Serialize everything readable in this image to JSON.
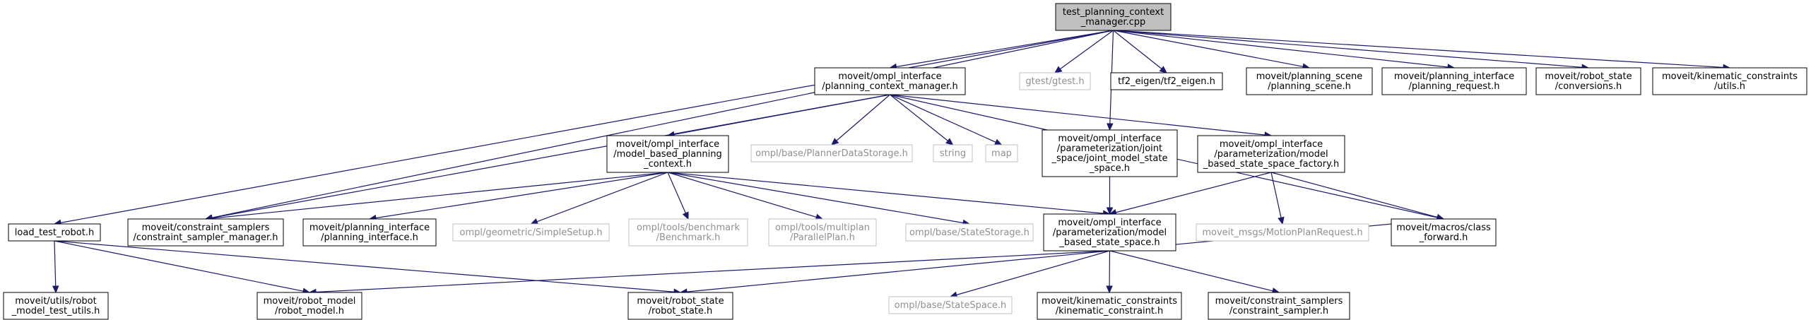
{
  "colors": {
    "edge": "#191970",
    "root_fill": "#bfbfbf",
    "node_border": "#000000",
    "external_border": "#bfbfbf",
    "external_text": "#909090"
  },
  "nodes": [
    {
      "id": "root",
      "lines": [
        "test_planning_context",
        "_manager.cpp"
      ],
      "kind": "root"
    },
    {
      "id": "pcm",
      "lines": [
        "moveit/ompl_interface",
        "/planning_context_manager.h"
      ],
      "kind": "normal"
    },
    {
      "id": "gtest",
      "lines": [
        "gtest/gtest.h"
      ],
      "kind": "external"
    },
    {
      "id": "tf2",
      "lines": [
        "tf2_eigen/tf2_eigen.h"
      ],
      "kind": "normal"
    },
    {
      "id": "pscene",
      "lines": [
        "moveit/planning_scene",
        "/planning_scene.h"
      ],
      "kind": "normal"
    },
    {
      "id": "preq",
      "lines": [
        "moveit/planning_interface",
        "/planning_request.h"
      ],
      "kind": "normal"
    },
    {
      "id": "rsconv",
      "lines": [
        "moveit/robot_state",
        "/conversions.h"
      ],
      "kind": "normal"
    },
    {
      "id": "kcutils",
      "lines": [
        "moveit/kinematic_constraints",
        "/utils.h"
      ],
      "kind": "normal"
    },
    {
      "id": "mbpc",
      "lines": [
        "moveit/ompl_interface",
        "/model_based_planning",
        "_context.h"
      ],
      "kind": "normal"
    },
    {
      "id": "pds",
      "lines": [
        "ompl/base/PlannerDataStorage.h"
      ],
      "kind": "external"
    },
    {
      "id": "string",
      "lines": [
        "string"
      ],
      "kind": "external"
    },
    {
      "id": "map",
      "lines": [
        "map"
      ],
      "kind": "external"
    },
    {
      "id": "jss",
      "lines": [
        "moveit/ompl_interface",
        "/parameterization/joint",
        "_space/joint_model_state",
        "_space.h"
      ],
      "kind": "normal"
    },
    {
      "id": "mbssf",
      "lines": [
        "moveit/ompl_interface",
        "/parameterization/model",
        "_based_state_space_factory.h"
      ],
      "kind": "normal"
    },
    {
      "id": "ltr",
      "lines": [
        "load_test_robot.h"
      ],
      "kind": "normal"
    },
    {
      "id": "csm",
      "lines": [
        "moveit/constraint_samplers",
        "/constraint_sampler_manager.h"
      ],
      "kind": "normal"
    },
    {
      "id": "pi",
      "lines": [
        "moveit/planning_interface",
        "/planning_interface.h"
      ],
      "kind": "normal"
    },
    {
      "id": "ss",
      "lines": [
        "ompl/geometric/SimpleSetup.h"
      ],
      "kind": "external"
    },
    {
      "id": "bench",
      "lines": [
        "ompl/tools/benchmark",
        "/Benchmark.h"
      ],
      "kind": "external"
    },
    {
      "id": "pp",
      "lines": [
        "ompl/tools/multiplan",
        "/ParallelPlan.h"
      ],
      "kind": "external"
    },
    {
      "id": "sst",
      "lines": [
        "ompl/base/StateStorage.h"
      ],
      "kind": "external"
    },
    {
      "id": "mbss",
      "lines": [
        "moveit/ompl_interface",
        "/parameterization/model",
        "_based_state_space.h"
      ],
      "kind": "normal"
    },
    {
      "id": "mpr",
      "lines": [
        "moveit_msgs/MotionPlanRequest.h"
      ],
      "kind": "external"
    },
    {
      "id": "cf",
      "lines": [
        "moveit/macros/class",
        "_forward.h"
      ],
      "kind": "normal"
    },
    {
      "id": "rmtu",
      "lines": [
        "moveit/utils/robot",
        "_model_test_utils.h"
      ],
      "kind": "normal"
    },
    {
      "id": "rm",
      "lines": [
        "moveit/robot_model",
        "/robot_model.h"
      ],
      "kind": "normal"
    },
    {
      "id": "rs",
      "lines": [
        "moveit/robot_state",
        "/robot_state.h"
      ],
      "kind": "normal"
    },
    {
      "id": "sspace",
      "lines": [
        "ompl/base/StateSpace.h"
      ],
      "kind": "external"
    },
    {
      "id": "kc",
      "lines": [
        "moveit/kinematic_constraints",
        "/kinematic_constraint.h"
      ],
      "kind": "normal"
    },
    {
      "id": "cs",
      "lines": [
        "moveit/constraint_samplers",
        "/constraint_sampler.h"
      ],
      "kind": "normal"
    }
  ],
  "edges": [
    [
      "root",
      "pcm"
    ],
    [
      "root",
      "gtest"
    ],
    [
      "root",
      "tf2"
    ],
    [
      "root",
      "pscene"
    ],
    [
      "root",
      "preq"
    ],
    [
      "root",
      "rsconv"
    ],
    [
      "root",
      "kcutils"
    ],
    [
      "root",
      "ltr"
    ],
    [
      "root",
      "csm"
    ],
    [
      "root",
      "jss"
    ],
    [
      "pcm",
      "mbpc"
    ],
    [
      "pcm",
      "pds"
    ],
    [
      "pcm",
      "string"
    ],
    [
      "pcm",
      "map"
    ],
    [
      "pcm",
      "mbssf"
    ],
    [
      "pcm",
      "cf"
    ],
    [
      "pcm",
      "csm"
    ],
    [
      "mbpc",
      "csm"
    ],
    [
      "mbpc",
      "pi"
    ],
    [
      "mbpc",
      "ss"
    ],
    [
      "mbpc",
      "bench"
    ],
    [
      "mbpc",
      "pp"
    ],
    [
      "mbpc",
      "sst"
    ],
    [
      "mbpc",
      "mbss"
    ],
    [
      "jss",
      "mbss"
    ],
    [
      "mbssf",
      "mbss"
    ],
    [
      "mbssf",
      "mpr"
    ],
    [
      "mbssf",
      "cf"
    ],
    [
      "mbss",
      "cf"
    ],
    [
      "mbss",
      "rm"
    ],
    [
      "mbss",
      "rs"
    ],
    [
      "mbss",
      "sspace"
    ],
    [
      "mbss",
      "kc"
    ],
    [
      "mbss",
      "cs"
    ],
    [
      "ltr",
      "rmtu"
    ],
    [
      "ltr",
      "rm"
    ],
    [
      "ltr",
      "rs"
    ]
  ]
}
